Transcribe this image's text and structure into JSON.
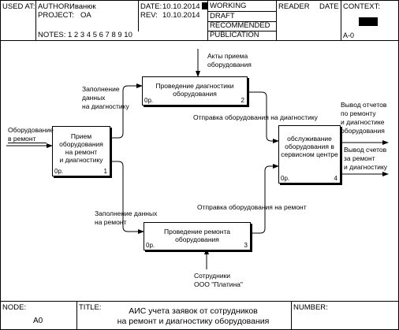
{
  "header": {
    "used_at": "USED AT:",
    "author_label": "AUTHOR:",
    "author": "Иванюк",
    "project_label": "PROJECT:",
    "project": "OA",
    "date_label": "DATE:",
    "date": "10.10.2014",
    "rev_label": "REV:",
    "rev": "10.10.2014",
    "notes": "NOTES:  1  2  3  4  5  6  7  8  9  10",
    "status": [
      "WORKING",
      "DRAFT",
      "RECOMMENDED",
      "PUBLICATION"
    ],
    "reader": "READER",
    "reader_date": "DATE",
    "context": "CONTEXT:",
    "context_node": "A-0"
  },
  "diagram": {
    "boxes": [
      {
        "lines": [
          "Прием",
          "оборудования",
          "на ремонт",
          "и диагностику"
        ],
        "cost": "0р.",
        "num": "1"
      },
      {
        "lines": [
          "Проведение диагностики",
          "оборудования"
        ],
        "cost": "0р.",
        "num": "2"
      },
      {
        "lines": [
          "Проведение ремонта",
          "оборудования"
        ],
        "cost": "0р.",
        "num": "3"
      },
      {
        "lines": [
          "обслуживание",
          "оборудования в",
          "сервисном центре"
        ],
        "cost": "0р.",
        "num": "4"
      }
    ],
    "arrow_labels": {
      "input": [
        "Оборудование",
        "в ремонт"
      ],
      "fill_diag": [
        "Заполнение",
        "данных",
        "на диагностику"
      ],
      "acts": [
        "Акты приема",
        "оборудования"
      ],
      "send_diag": "Отправка оборудования на диагностику",
      "fill_data": [
        "Заполнение данных",
        "на ремонт"
      ],
      "send_repair": "Отправка оборудования на ремонт",
      "staff": [
        "Сотрудники",
        "ООО \"Платина\""
      ],
      "out1": [
        "Вывод отчетов",
        "по ремонту",
        "и диагностике",
        "оборудования"
      ],
      "out2": [
        "Вывод счетов",
        "за ремонт",
        "и диагностику"
      ]
    }
  },
  "footer": {
    "node_label": "NODE:",
    "node": "A0",
    "title_label": "TITLE:",
    "title": [
      "АИС учета заявок от сотрудников",
      "на ремонт и диагностику оборудования"
    ],
    "number_label": "NUMBER:"
  }
}
